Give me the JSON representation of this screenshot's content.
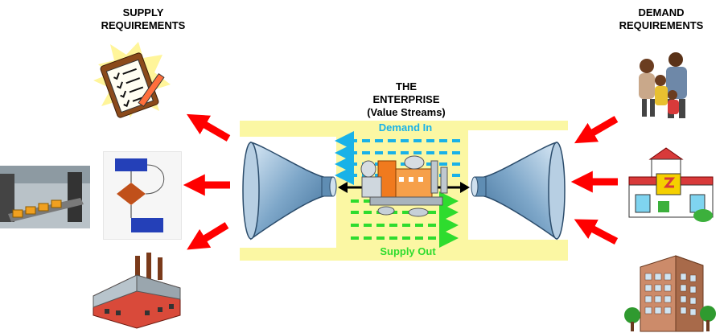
{
  "supply_heading": [
    "SUPPLY",
    "REQUIREMENTS"
  ],
  "demand_heading": [
    "DEMAND",
    "REQUIREMENTS"
  ],
  "enterprise_title": [
    "THE",
    "ENTERPRISE",
    "(Value Streams)"
  ],
  "demand_in": "Demand In",
  "supply_out": "Supply Out",
  "colors": {
    "band": "#fbf7a3",
    "arrow": "#ff0000",
    "demand_dash": "#19b2e8",
    "supply_dash": "#2edc2e",
    "funnel": "#8fb6d6"
  },
  "icons": {
    "supply": [
      "clipboard-icon",
      "conveyor-icon",
      "flowchart-icon",
      "factory-icon"
    ],
    "demand": [
      "family-icon",
      "store-icon",
      "office-building-icon"
    ]
  }
}
